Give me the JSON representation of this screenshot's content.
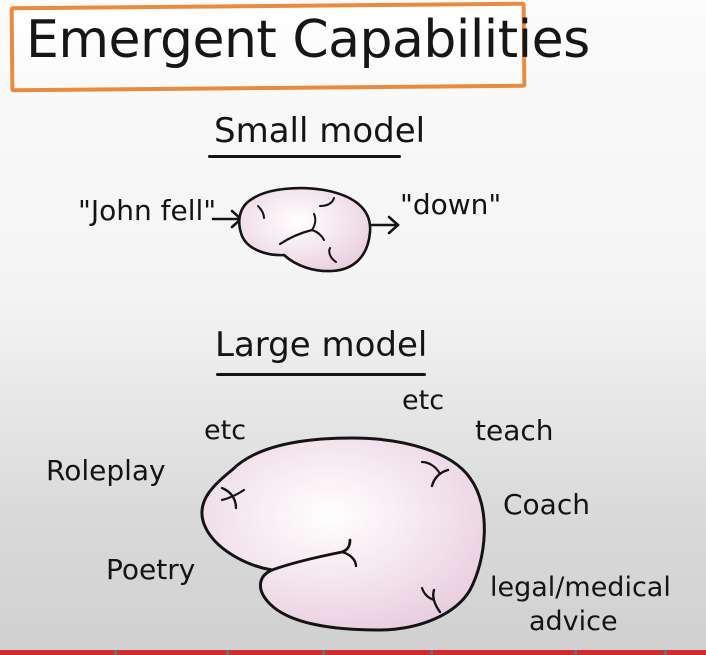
{
  "title": "Emergent Capabilities",
  "small_model": {
    "heading": "Small model",
    "input_text": "\"John fell\"",
    "output_text": "\"down\""
  },
  "large_model": {
    "heading": "Large model",
    "labels": {
      "roleplay": "Roleplay",
      "etc_left": "etc",
      "etc_right": "etc",
      "teach": "teach",
      "coach": "Coach",
      "poetry": "Poetry",
      "legal_medical": "legal/medical",
      "advice": "advice"
    }
  },
  "colors": {
    "title_border": "#e98a3e",
    "brain_fill": "#eed7e4",
    "ink": "#141414",
    "progress_bar": "#d12b2b"
  }
}
